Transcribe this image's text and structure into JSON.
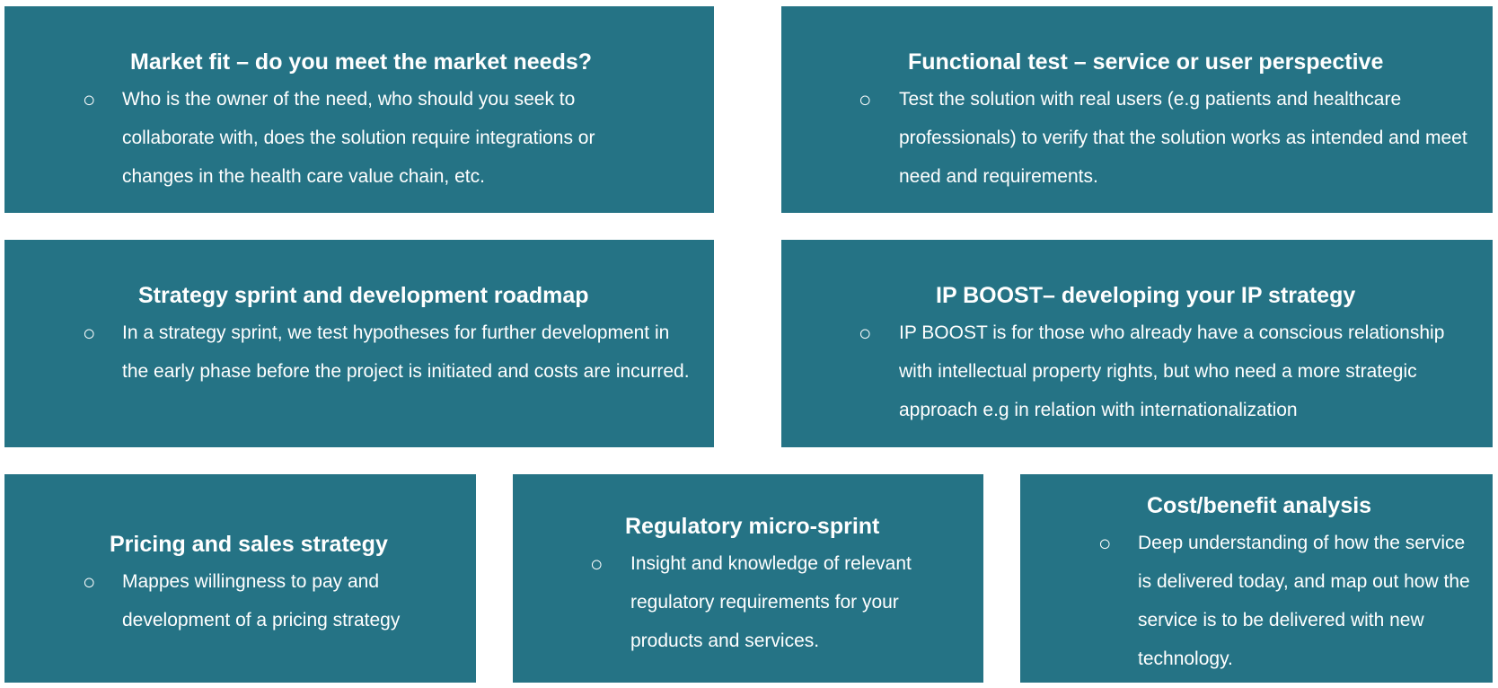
{
  "cards": [
    {
      "title": "Market fit – do you meet the market needs?",
      "bullet": "○",
      "text": "Who is the owner of the need, who should you seek to collaborate with, does the solution require integrations or changes in the health care value chain, etc."
    },
    {
      "title": "Functional test – service or user perspective",
      "bullet": "○",
      "text": "Test the solution with real users (e.g patients and healthcare professionals) to verify that the solution works as intended and meet need and requirements."
    },
    {
      "title": "Strategy sprint and development roadmap",
      "bullet": "○",
      "text": "In a strategy sprint, we test hypotheses for further development in the early phase before the project is initiated and costs are incurred."
    },
    {
      "title": "IP BOOST– developing your IP strategy",
      "bullet": "○",
      "text": "IP BOOST is for those who already have a conscious relationship with intellectual property rights, but who need a more strategic approach e.g in relation with internationalization"
    },
    {
      "title": "Pricing and sales strategy",
      "bullet": "○",
      "text": "Mappes willingness to pay and development of a pricing strategy"
    },
    {
      "title": "Regulatory micro-sprint",
      "bullet": "○",
      "text": "Insight and knowledge of relevant regulatory requirements for your products and services."
    },
    {
      "title": "Cost/benefit analysis",
      "bullet": "○",
      "text": "Deep understanding of how the service is delivered today, and map out how the service is to be delivered with new technology."
    }
  ]
}
